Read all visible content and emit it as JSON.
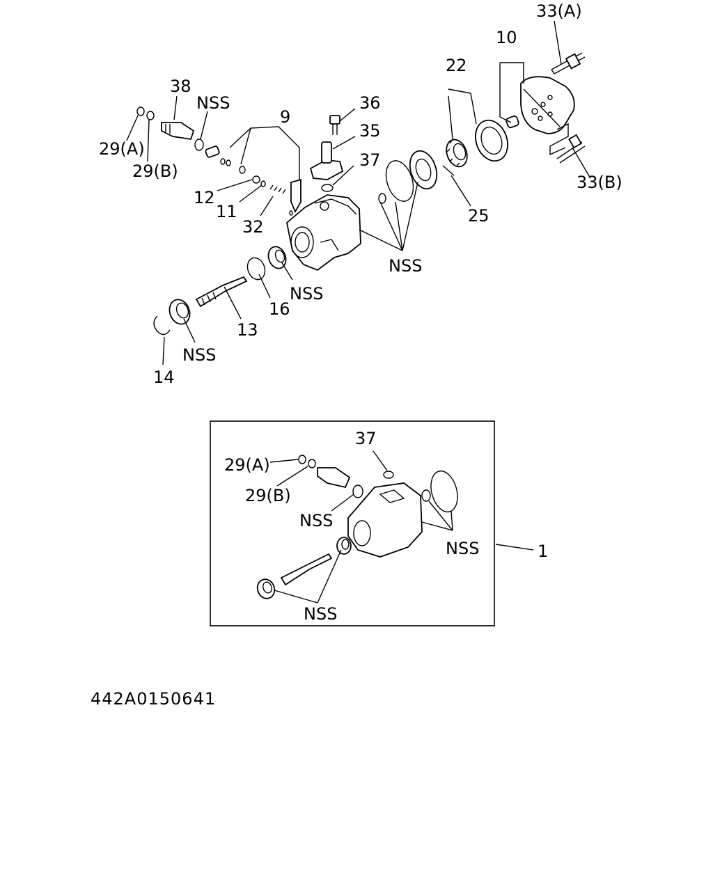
{
  "labels": {
    "l33a": "33(A)",
    "l10": "10",
    "l22": "22",
    "l38": "38",
    "lnss_top": "NSS",
    "l9": "9",
    "l36": "36",
    "l35": "35",
    "l37": "37",
    "l29a": "29(A)",
    "l29b": "29(B)",
    "l12": "12",
    "l11": "11",
    "l32": "32",
    "l25": "25",
    "l33b": "33(B)",
    "lnss_right": "NSS",
    "lnss_seal": "NSS",
    "l16": "16",
    "l13": "13",
    "lnss_bearing": "NSS",
    "l14": "14",
    "inset_37": "37",
    "inset_29a": "29(A)",
    "inset_29b": "29(B)",
    "inset_nss_left": "NSS",
    "inset_nss_right": "NSS",
    "inset_nss_bottom": "NSS",
    "l1": "1"
  },
  "figure_code": "442A0150641"
}
